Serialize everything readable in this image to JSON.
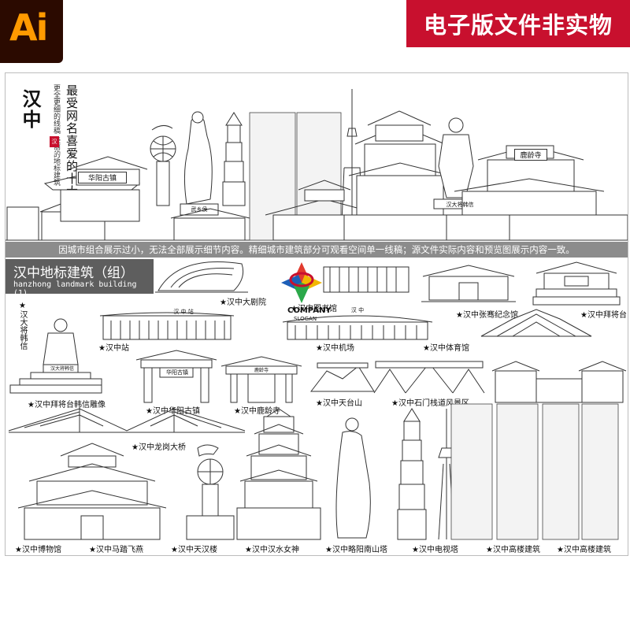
{
  "badge": {
    "logo_text": "Ai",
    "banner_text": "电子版文件非实物"
  },
  "hero": {
    "title": "汉中",
    "subtitle": "最受网名喜爱的十大城",
    "tagline": "更全更细的线稿 美丽的地标建筑",
    "seal": "汉中",
    "sign_huayang": "华阳古镇",
    "sign_luling": "鹿龄寺",
    "sign_hanjiang": "汉大将韩信",
    "sign_wu": "武乡侯"
  },
  "notice": "因城市组合展示过小，无法全部展示细节内容。精细城市建筑部分可观看空间单一线稿；源文件实际内容和预览图展示内容一致。",
  "group": {
    "title": "汉中地标建筑（组）",
    "subtitle": "hanzhong landmark building (1)"
  },
  "company": {
    "name": "COMPANY",
    "slogan": "SLOGAN"
  },
  "signs": {
    "station": "汉 中 站",
    "airport": "汉 中",
    "huayang": "华阳古镇",
    "luling": "鹿龄寺",
    "hanxin": "汉大将韩信"
  },
  "labels": {
    "theatre": "★汉中大剧院",
    "library": "★汉中图书馆",
    "zhangqian": "★汉中张骞纪念馆",
    "baijiangtai": "★汉中拜将台",
    "hanxin": "★汉大将韩信",
    "station": "★汉中站",
    "airport": "★汉中机场",
    "stadium": "★汉中体育馆",
    "statue": "★汉中拜将台韩信雕像",
    "huayang": "★汉中华阳古镇",
    "luling": "★汉中鹿龄寺",
    "tiantai": "★汉中天台山",
    "shimen": "★汉中石门栈道风景区",
    "bridge": "★汉中龙岗大桥",
    "museum": "★汉中博物馆",
    "horse": "★汉中马踏飞燕",
    "tianhan": "★汉中天汉楼",
    "goddess": "★汉中汉水女神",
    "pagoda": "★汉中略阳南山塔",
    "tvtower": "★汉中电视塔",
    "high1": "★汉中高楼建筑",
    "high2": "★汉中高楼建筑"
  },
  "colors": {
    "brand_red": "#c8102e",
    "ai_bg": "#2b0a00",
    "ai_text": "#ff9a00",
    "notice_bg": "#8c8c8c",
    "group_bg": "#5e5e5e"
  }
}
